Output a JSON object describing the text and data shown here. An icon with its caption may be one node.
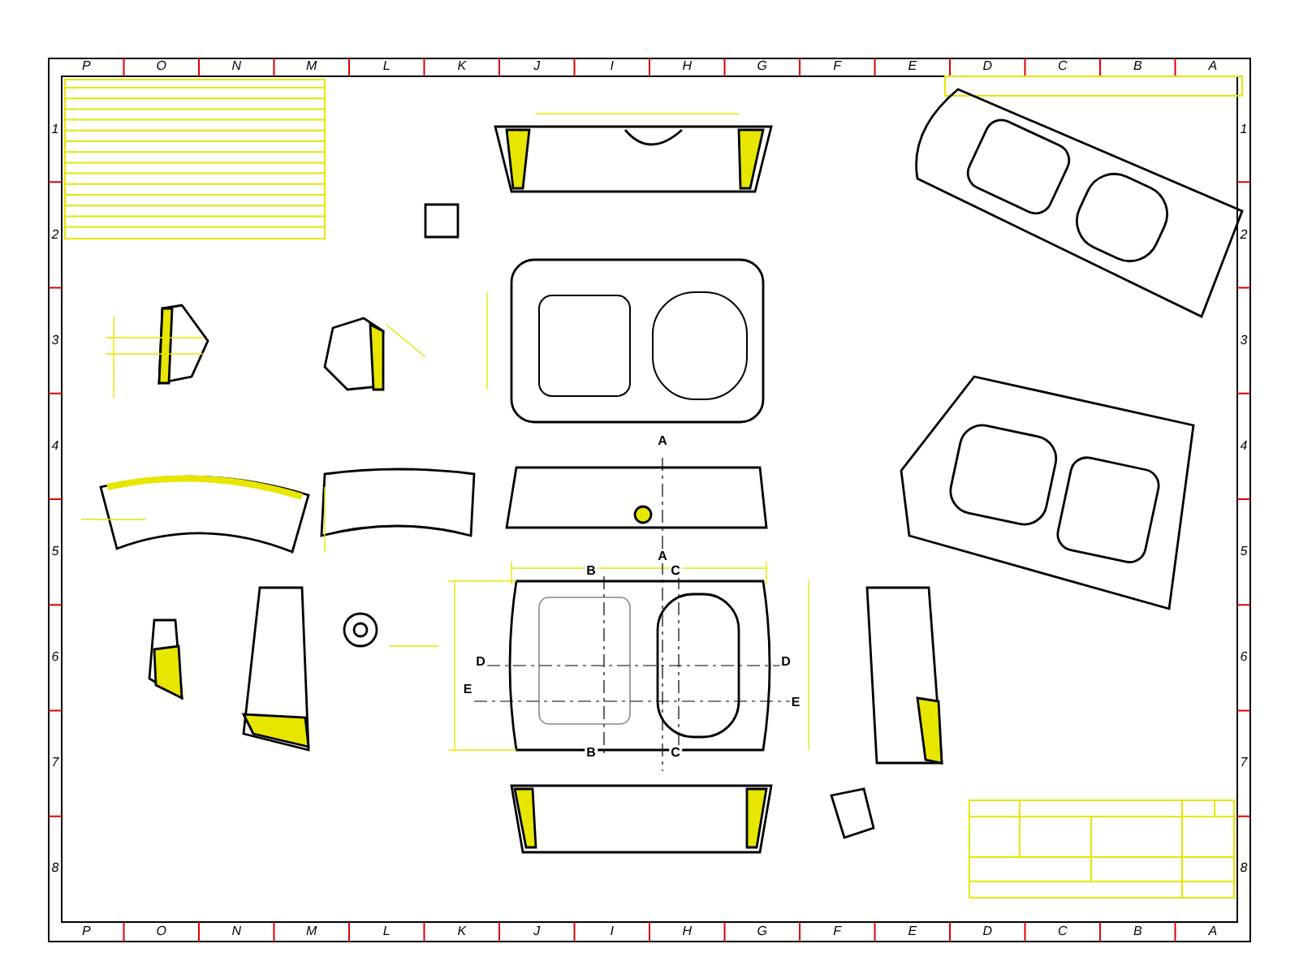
{
  "diagram": {
    "labels": [
      "P",
      "O",
      "N",
      "M",
      "L",
      "K",
      "J",
      "I",
      "H",
      "G",
      "F",
      "E",
      "D",
      "C",
      "B",
      "A",
      "1",
      "2",
      "3",
      "4",
      "5",
      "6",
      "7",
      "8",
      "1",
      "2",
      "3",
      "4",
      "5",
      "6",
      "7",
      "8",
      "P",
      "O",
      "N",
      "M",
      "L",
      "K",
      "J",
      "I",
      "H",
      "G",
      "F",
      "E",
      "D",
      "C",
      "B",
      "A",
      "A",
      "A",
      "B",
      "C",
      "D",
      "D",
      "E",
      "E",
      "B",
      "C"
    ]
  }
}
